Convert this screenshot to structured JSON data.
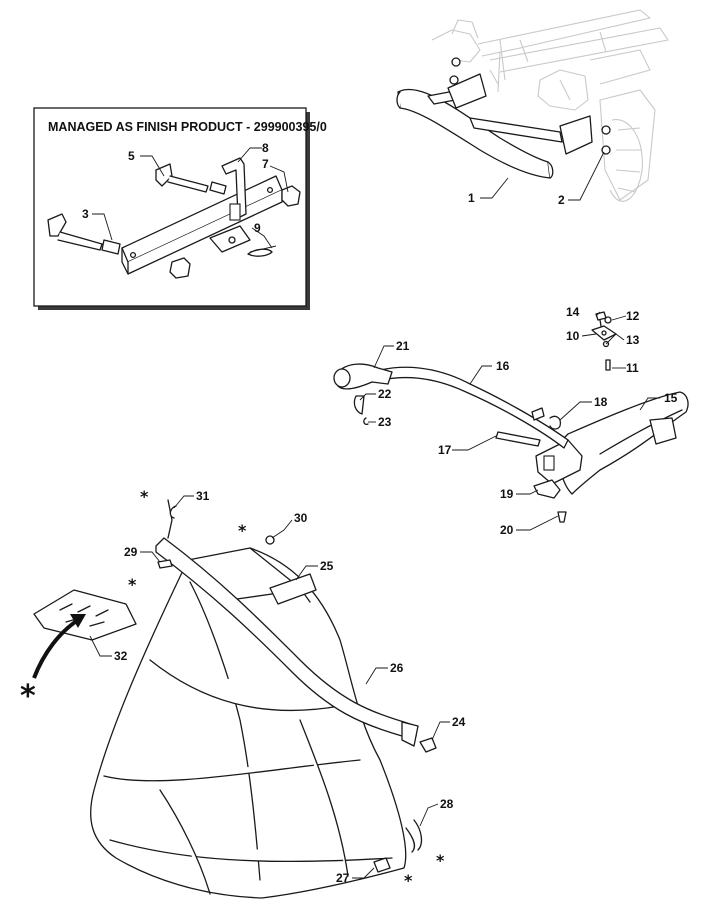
{
  "inset": {
    "title": "MANAGED AS FINISH PRODUCT - 299900395/0",
    "callouts": [
      "5",
      "8",
      "7",
      "3",
      "9"
    ]
  },
  "callouts": [
    "1",
    "2",
    "14",
    "12",
    "10",
    "13",
    "11",
    "21",
    "16",
    "22",
    "18",
    "23",
    "15",
    "17",
    "19",
    "20",
    "31",
    "30",
    "29",
    "25",
    "32",
    "26",
    "24",
    "28",
    "27"
  ],
  "markers": {
    "asterisk": "*"
  }
}
